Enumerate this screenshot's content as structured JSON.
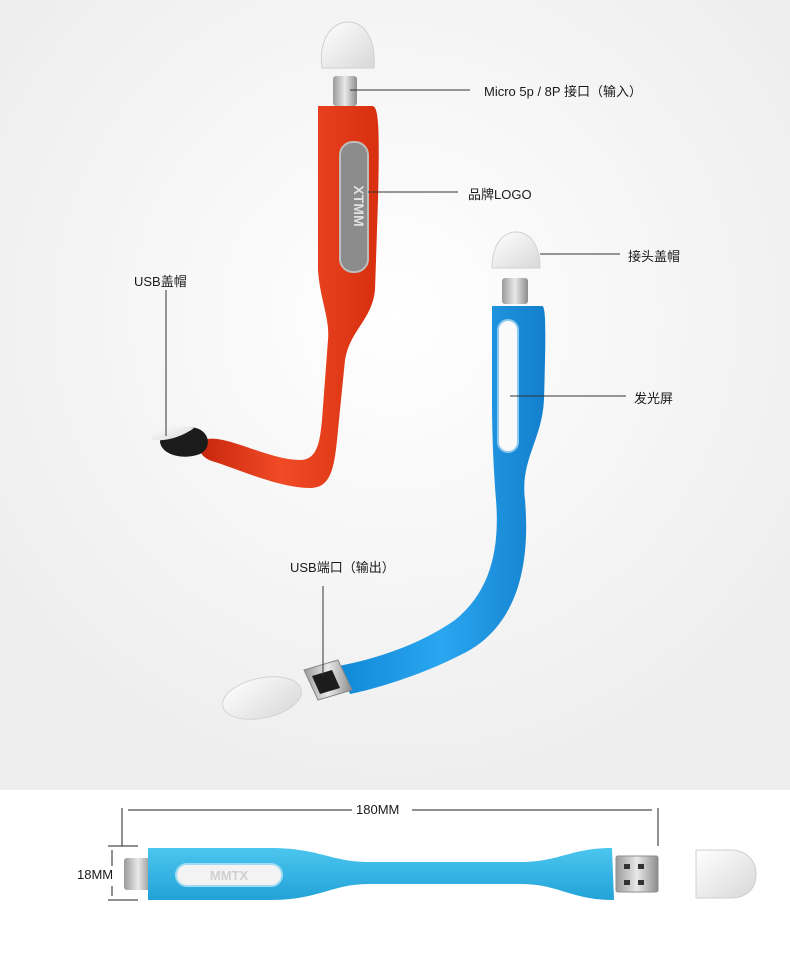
{
  "callouts": {
    "micro_port": "Micro 5p / 8P 接口（输入）",
    "brand_logo": "品牌LOGO",
    "usb_cap": "USB盖帽",
    "connector_cap": "接头盖帽",
    "light_screen": "发光屏",
    "usb_port": "USB端口（输出）"
  },
  "dimensions": {
    "length": "180MM",
    "width": "18MM"
  },
  "logos": {
    "red_lamp_logo": "XTMM",
    "flat_lamp_logo": "MMTX"
  },
  "colors": {
    "red_body": "#e8391c",
    "blue_body": "#1e9be6",
    "flat_body": "#34b8e6",
    "cap_white": "#f4f4f4"
  }
}
